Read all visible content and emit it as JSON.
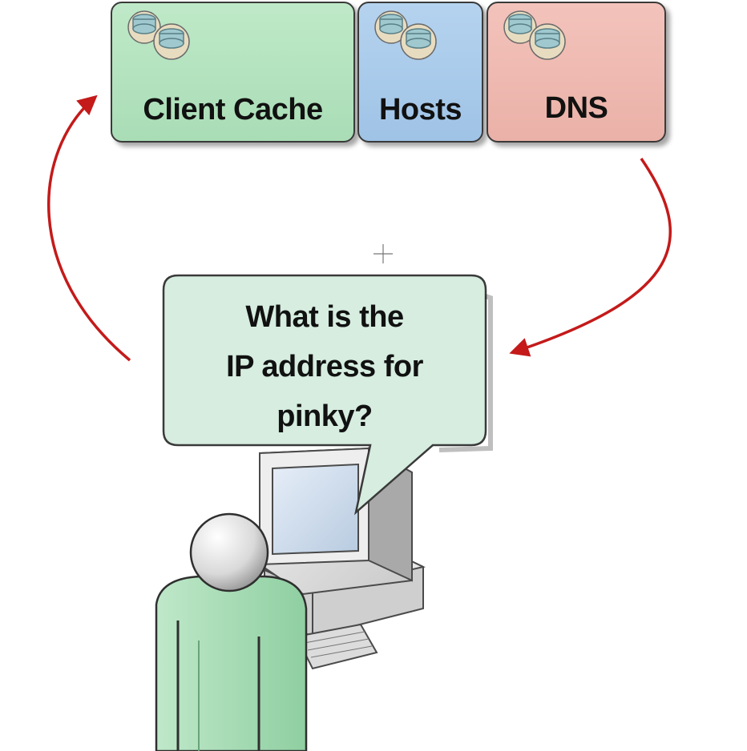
{
  "sources": [
    {
      "key": "client",
      "label": "Client Cache",
      "icon": "gears-icon"
    },
    {
      "key": "hosts",
      "label": "Hosts",
      "icon": "gears-icon"
    },
    {
      "key": "dns",
      "label": "DNS",
      "icon": "gears-icon"
    }
  ],
  "question": {
    "lines": [
      "What is the",
      "IP address for",
      "pinky?"
    ]
  },
  "colors": {
    "client": "#b3e3bf",
    "hosts": "#a9cbea",
    "dns": "#efbab1",
    "bubble": "#d6ede0",
    "arrow": "#c41a1a",
    "person": "#a8dcb7"
  }
}
